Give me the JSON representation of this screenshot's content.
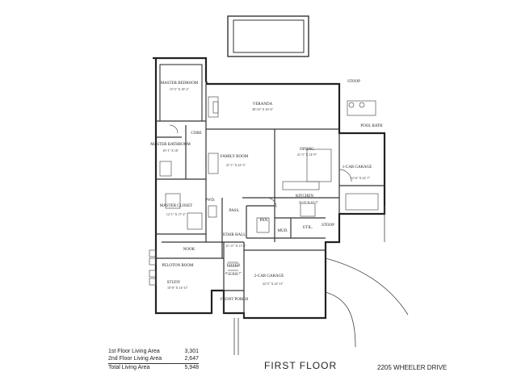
{
  "rooms": {
    "master_bedroom": {
      "label": "MASTER BEDROOM",
      "dims": "15'-5\" X 18'-2\""
    },
    "veranda": {
      "label": "VERANDA",
      "dims": "38'-10\" X 10'-6\""
    },
    "core": {
      "label": "CORE"
    },
    "master_bathroom": {
      "label": "MASTER BATHROOM",
      "dims": "10'-1\" X 18'"
    },
    "family_room": {
      "label": "FAMILY ROOM",
      "dims": "21'-1\" X 22'-3\""
    },
    "dining": {
      "label": "DINING",
      "dims": "21'-5\" X 14'-9\""
    },
    "one_car_garage": {
      "label": "1-CAR GARAGE",
      "dims": "12'-6\" X 22'-7\""
    },
    "pool_bath": {
      "label": "POOL BATH"
    },
    "stoop_top": {
      "label": "STOOP"
    },
    "master_closet": {
      "label": "MASTER CLOSET",
      "dims": "12'-1\" X 17'-2\""
    },
    "pwd": {
      "label": "PWD."
    },
    "pass": {
      "label": "PASS."
    },
    "kitchen": {
      "label": "KITCHEN",
      "dims": "21'-5\" X 12'-3\""
    },
    "pan": {
      "label": "PAN."
    },
    "mud": {
      "label": "MUD."
    },
    "util": {
      "label": "UTIL."
    },
    "stoop_side": {
      "label": "STOOP"
    },
    "stair_hall": {
      "label": "STAIR HALL",
      "dims": "11'-11\" X 11'-3\""
    },
    "nook": {
      "label": "NOOK"
    },
    "peloton_room": {
      "label": "PELOTON ROOM"
    },
    "study": {
      "label": "STUDY",
      "dims": "10'-8\" X 14'-11\""
    },
    "foyer": {
      "label": "FOYER",
      "dims": "8'-3\" X 6'-7\""
    },
    "two_car_garage": {
      "label": "2-CAR GARAGE",
      "dims": "22'-5\" X 22'-11\""
    },
    "front_porch": {
      "label": "FRONT PORCH"
    }
  },
  "living_area": {
    "rows": [
      {
        "label": "1st Floor Living Area",
        "value": "3,301"
      },
      {
        "label": "2nd Floor Living Area",
        "value": "2,647"
      }
    ],
    "total": {
      "label": "Total Living Area",
      "value": "5,948"
    }
  },
  "floor_title": "FIRST FLOOR",
  "address": "2205 WHEELER DRIVE"
}
